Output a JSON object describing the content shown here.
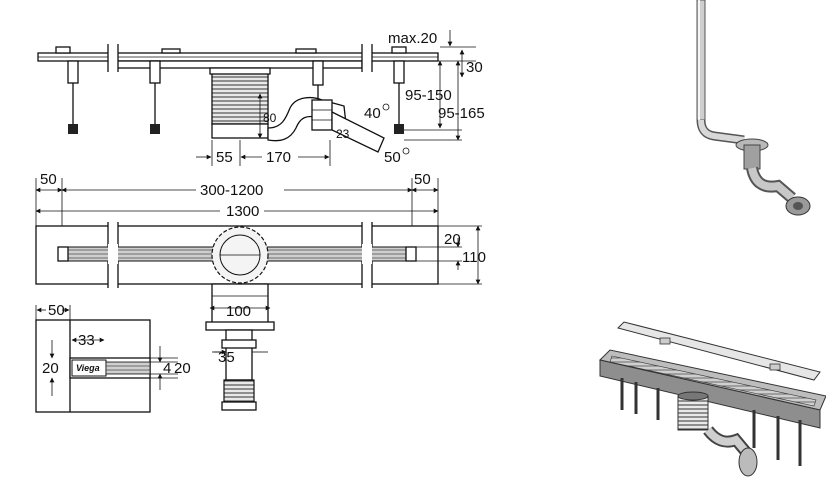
{
  "side_view": {
    "dim_max": "max.20",
    "dim_top": "30",
    "dim_range_1": "95-150",
    "dim_range_2": "95-165",
    "dim_height": "80",
    "dim_angle_40": "40",
    "dim_angle_23": "23",
    "dim_angle_50": "50",
    "dim_left": "55",
    "dim_center": "170"
  },
  "top_view": {
    "dim_margin_left": "50",
    "dim_margin_right": "50",
    "dim_length_range": "300-1200",
    "dim_total_length": "1300",
    "dim_slot_width": "20",
    "dim_total_width": "110"
  },
  "detail_view": {
    "dim_50": "50",
    "dim_33": "33",
    "dim_20_left": "20",
    "brand_label": "Viega",
    "dim_4": "4",
    "dim_20_right": "20"
  },
  "outlet_view": {
    "dim_100": "100",
    "dim_35": "35"
  }
}
